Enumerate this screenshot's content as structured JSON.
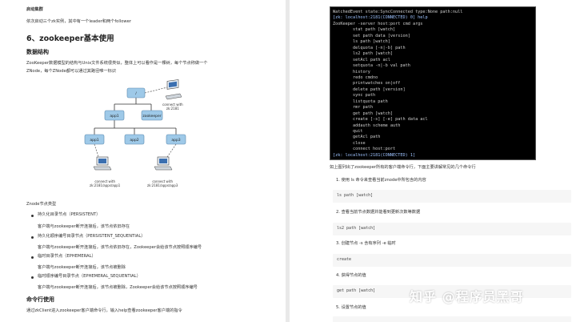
{
  "left_page": {
    "section_note_title": "启动集群",
    "section_note_text": "依次启动三个zk实例，其中有一个leader和两个follower",
    "heading_main": "6、zookeeper基本使用",
    "heading_data_structure": "数据结构",
    "intro_line1": "ZooKeeper数据模型的结构与Unix文件系统很类似，整体上可以看作是一棵树，每个节点称做一个",
    "intro_line2": "ZNode，每个ZNode都可以通过其路径唯一标识",
    "diagram": {
      "root": "/",
      "level1": [
        "app1",
        "zookeeper"
      ],
      "level2": [
        "app1",
        "app2",
        "app3"
      ],
      "client_top": "connect with\nzk:2181",
      "client_left": "connect with\nzk:2181/apps/app1",
      "client_right": "connect with\nzk:2181/apps/app3"
    },
    "node_types_title": "Znode节点类型",
    "node_types": [
      {
        "name": "持久化目录节点（PERSISTENT）",
        "desc": "客户端与zookeeper断开连接后，该节点依旧存在"
      },
      {
        "name": "持久化顺序编号目录节点（PERSISTENT_SEQUENTIAL）",
        "desc": "客户端与zookeeper断开连接后，该节点依旧存在，Zookeeper会给该节点按照顺序编号"
      },
      {
        "name": "临时目录节点（EPHEMERAL）",
        "desc": "客户端与zookeeper断开连接后，该节点被删除"
      },
      {
        "name": "临时顺序编号目录节点（EPHEMERAL_SEQUENTIAL）",
        "desc": "客户端与zookeeper断开连接后，该节点被删除，Zookeeper会给该节点按照顺序编号"
      }
    ],
    "heading_cli": "命令行使用",
    "cli_intro": "通过zkClient进入zookeeper客户端命令行，输入help查看zookeeper客户端的指令"
  },
  "right_page": {
    "terminal_lines": [
      "WatchedEvent state:SyncConnected type:None path:null",
      "[zk: localhost:2181(CONNECTED) 0] help",
      "ZooKeeper -server host:port cmd args",
      "        stat path [watch]",
      "        set path data [version]",
      "        ls path [watch]",
      "        delquota [-n|-b] path",
      "        ls2 path [watch]",
      "        setAcl path acl",
      "        setquota -n|-b val path",
      "        history",
      "        redo cmdno",
      "        printwatches on|off",
      "        delete path [version]",
      "        sync path",
      "        listquota path",
      "        rmr path",
      "        get path [watch]",
      "        create [-s] [-e] path data acl",
      "        addauth scheme auth",
      "        quit",
      "        getAcl path",
      "        close",
      "        connect host:port",
      "[zk: localhost:2181(CONNECTED) 1]"
    ],
    "caption": "如上图列出了zookeeper所有的客户端命令行，下面主要讲解常见的几个命令行",
    "steps": [
      {
        "label": "1. 使用 ls 命令来查看当前znode中所包含的内容",
        "code": "ls path [watch]"
      },
      {
        "label": "2. 查看当前节点数据并能看到更新次数等数据",
        "code": "ls2 path [watch]"
      },
      {
        "label": "3. 创建节点 -s 含有序列 -e 临时",
        "code": "create"
      },
      {
        "label": "4. 获得节点的值",
        "code": "get path [watch]"
      },
      {
        "label": "5. 设置节点的值",
        "code": ""
      }
    ],
    "watermark": "知乎 @程序员黑哥"
  }
}
